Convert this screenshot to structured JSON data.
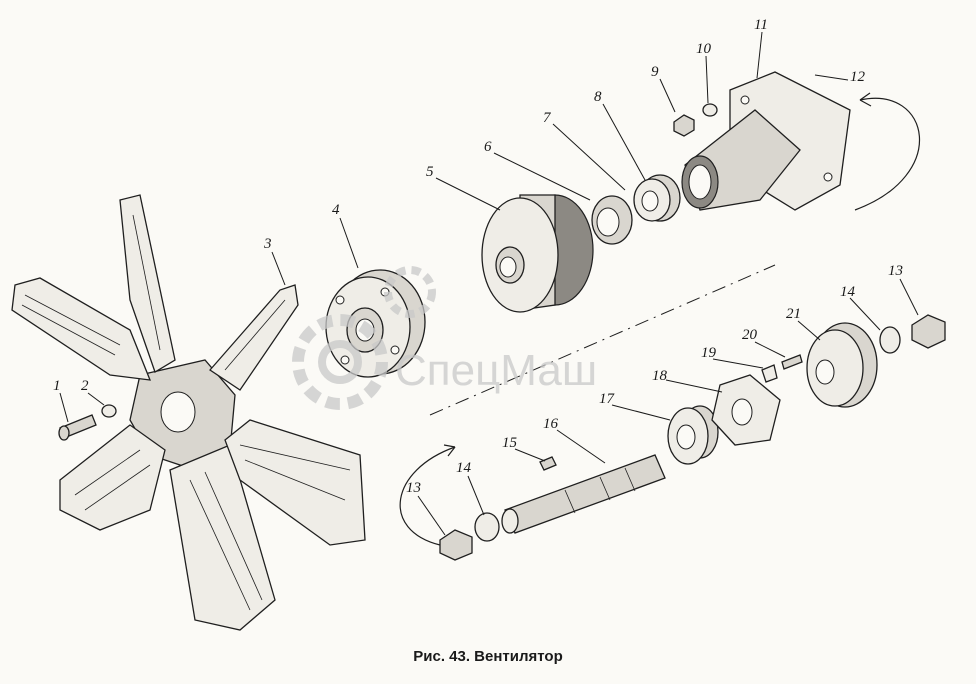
{
  "figure": {
    "caption": "Рис. 43. Вентилятор"
  },
  "watermark": {
    "text": "СпецМаш"
  },
  "callouts": [
    {
      "key": "c1",
      "text": "1"
    },
    {
      "key": "c2",
      "text": "2"
    },
    {
      "key": "c3",
      "text": "3"
    },
    {
      "key": "c4",
      "text": "4"
    },
    {
      "key": "c5",
      "text": "5"
    },
    {
      "key": "c6",
      "text": "6"
    },
    {
      "key": "c7",
      "text": "7"
    },
    {
      "key": "c8",
      "text": "8"
    },
    {
      "key": "c9",
      "text": "9"
    },
    {
      "key": "c10",
      "text": "10"
    },
    {
      "key": "c11",
      "text": "11"
    },
    {
      "key": "c12",
      "text": "12"
    },
    {
      "key": "c13a",
      "text": "13"
    },
    {
      "key": "c14a",
      "text": "14"
    },
    {
      "key": "c21",
      "text": "21"
    },
    {
      "key": "c20",
      "text": "20"
    },
    {
      "key": "c19",
      "text": "19"
    },
    {
      "key": "c18",
      "text": "18"
    },
    {
      "key": "c17",
      "text": "17"
    },
    {
      "key": "c16",
      "text": "16"
    },
    {
      "key": "c15",
      "text": "15"
    },
    {
      "key": "c14b",
      "text": "14"
    },
    {
      "key": "c13b",
      "text": "13"
    }
  ]
}
